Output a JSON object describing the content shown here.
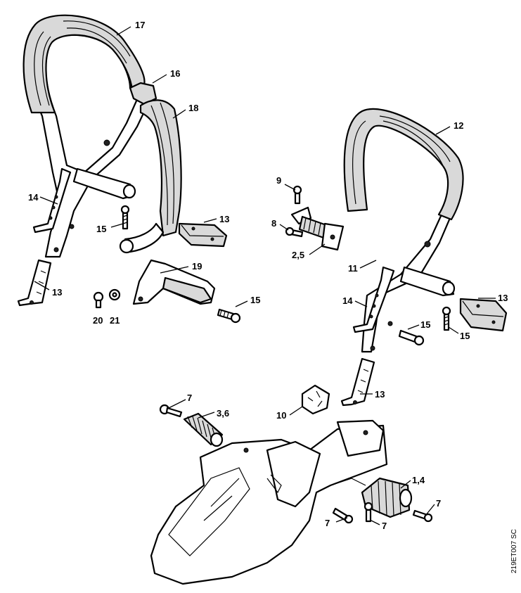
{
  "diagram": {
    "reference_code": "219ET007 SC",
    "callouts": {
      "c17": "17",
      "c16": "16",
      "c18": "18",
      "c14a": "14",
      "c15a": "15",
      "c13a": "13",
      "c13b": "13",
      "c19": "19",
      "c20": "20",
      "c21": "21",
      "c15b": "15",
      "c9": "9",
      "c8": "8",
      "c25": "2,5",
      "c12": "12",
      "c11": "11",
      "c14b": "14",
      "c15c": "15",
      "c15d": "15",
      "c13c": "13",
      "c13d": "13",
      "c10": "10",
      "c7a": "7",
      "c36": "3,6",
      "c14": "1,4",
      "c7b": "7",
      "c7c": "7",
      "c7d": "7"
    }
  }
}
